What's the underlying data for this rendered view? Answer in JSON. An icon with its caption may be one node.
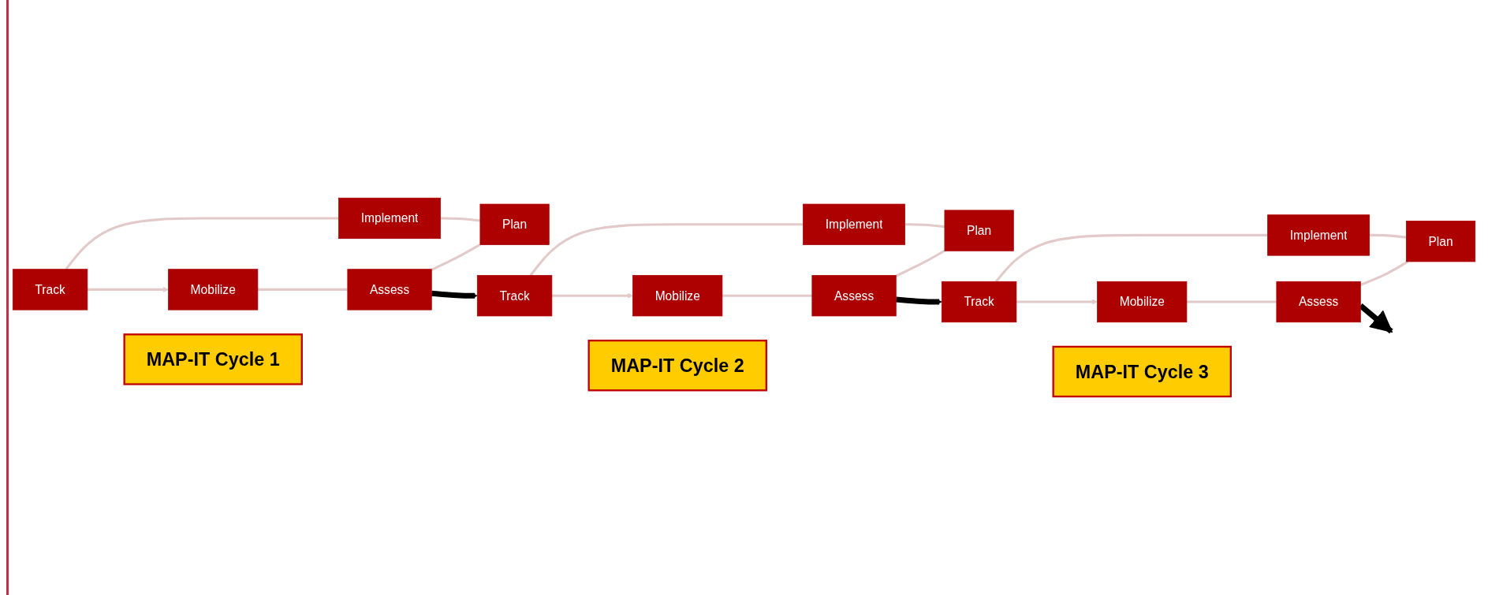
{
  "diagram": {
    "nodes": [
      {
        "text": [
          "Mobilize"
        ]
      },
      {
        "text": [
          "Track"
        ]
      },
      {
        "text": [
          "Assess"
        ]
      },
      {
        "text": [
          "Implement"
        ]
      },
      {
        "text": [
          "Plan"
        ]
      },
      {
        "text": [
          "MAP-IT Cycle 1"
        ]
      },
      {
        "text": [
          "Mobilize"
        ]
      },
      {
        "text": [
          "Track"
        ]
      },
      {
        "text": [
          "Assess"
        ]
      },
      {
        "text": [
          "Implement"
        ]
      },
      {
        "text": [
          "Plan"
        ]
      },
      {
        "text": [
          "MAP-IT Cycle 2"
        ]
      },
      {
        "text": [
          "Mobilize"
        ]
      },
      {
        "text": [
          "Track"
        ]
      },
      {
        "text": [
          "Assess"
        ]
      },
      {
        "text": [
          "Implement"
        ]
      },
      {
        "text": [
          "Plan"
        ]
      },
      {
        "text": [
          "MAP-IT Cycle 3"
        ]
      }
    ],
    "edges": [
      {
        "from": 0,
        "to": 2,
        "arrow": "none"
      },
      {
        "from": 2,
        "to": 4,
        "arrow": "none"
      },
      {
        "from": 4,
        "to": 3,
        "arrow": "none"
      },
      {
        "from": 3,
        "to": 1,
        "arrow": "none"
      },
      {
        "from": 1,
        "to": 0,
        "arrow": "to"
      },
      {
        "from": 2,
        "to": 7,
        "arrow": "to",
        "style": "thick",
        "color": "#000000"
      },
      {
        "from": 6,
        "to": 8,
        "arrow": "none"
      },
      {
        "from": 8,
        "to": 10,
        "arrow": "none"
      },
      {
        "from": 10,
        "to": 9,
        "arrow": "none"
      },
      {
        "from": 9,
        "to": 7,
        "arrow": "none"
      },
      {
        "from": 7,
        "to": 6,
        "arrow": "to"
      },
      {
        "from": 8,
        "to": 13,
        "arrow": "to",
        "style": "thick",
        "color": "#000000"
      },
      {
        "from": 12,
        "to": 14,
        "arrow": "none"
      },
      {
        "from": 14,
        "to": 16,
        "arrow": "none"
      },
      {
        "from": 16,
        "to": 15,
        "arrow": "none"
      },
      {
        "from": 15,
        "to": 13,
        "arrow": "none"
      },
      {
        "from": 13,
        "to": 12,
        "arrow": "to"
      },
      {
        "from": 14,
        "to": null,
        "arrow": "to",
        "style": "thick",
        "color": "#000000"
      }
    ]
  }
}
